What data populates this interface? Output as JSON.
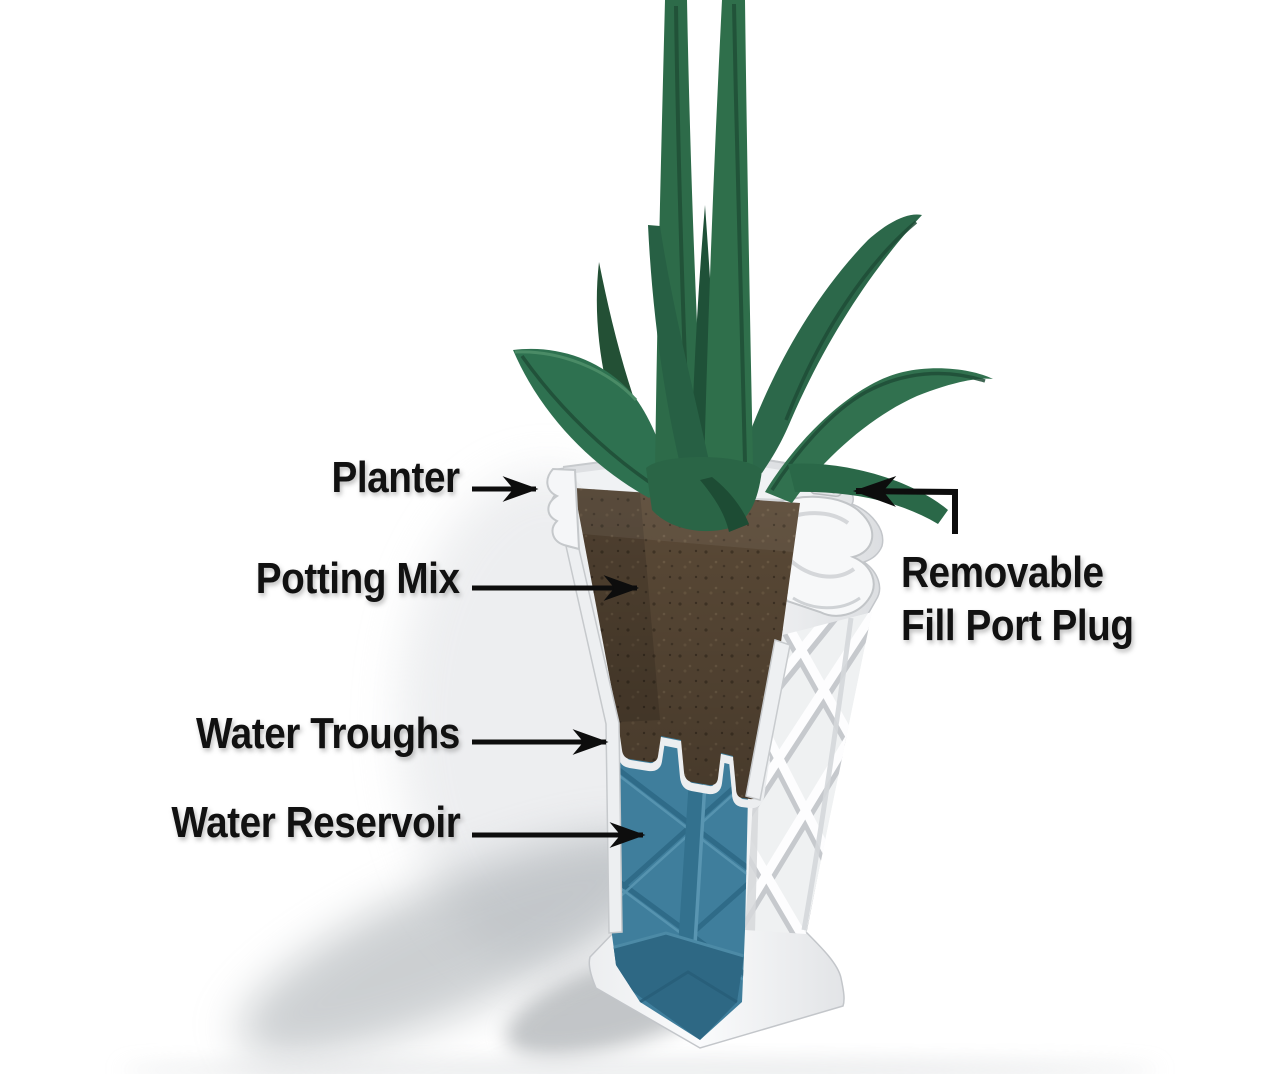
{
  "diagram": {
    "type": "product-cutaway-diagram",
    "subject": "Self-watering planter cross-section with plant",
    "callouts": {
      "planter": {
        "label": "Planter",
        "side": "left"
      },
      "potting_mix": {
        "label": "Potting Mix",
        "side": "left"
      },
      "water_troughs": {
        "label": "Water Troughs",
        "side": "left"
      },
      "water_reservoir": {
        "label": "Water Reservoir",
        "side": "left"
      },
      "fill_port": {
        "label_line1": "Removable",
        "label_line2": "Fill Port Plug",
        "side": "right"
      }
    },
    "colors": {
      "background": "#ffffff",
      "label_text": "#111111",
      "arrow": "#0d0d0d",
      "planter_white": "#f4f5f7",
      "planter_shade": "#d8dadd",
      "soil_brown": "#5b4a37",
      "soil_dark": "#463828",
      "water_blue": "#3f7e9c",
      "water_dark": "#2e6884",
      "leaf_green": "#2d6b49",
      "leaf_dark": "#225339"
    }
  }
}
